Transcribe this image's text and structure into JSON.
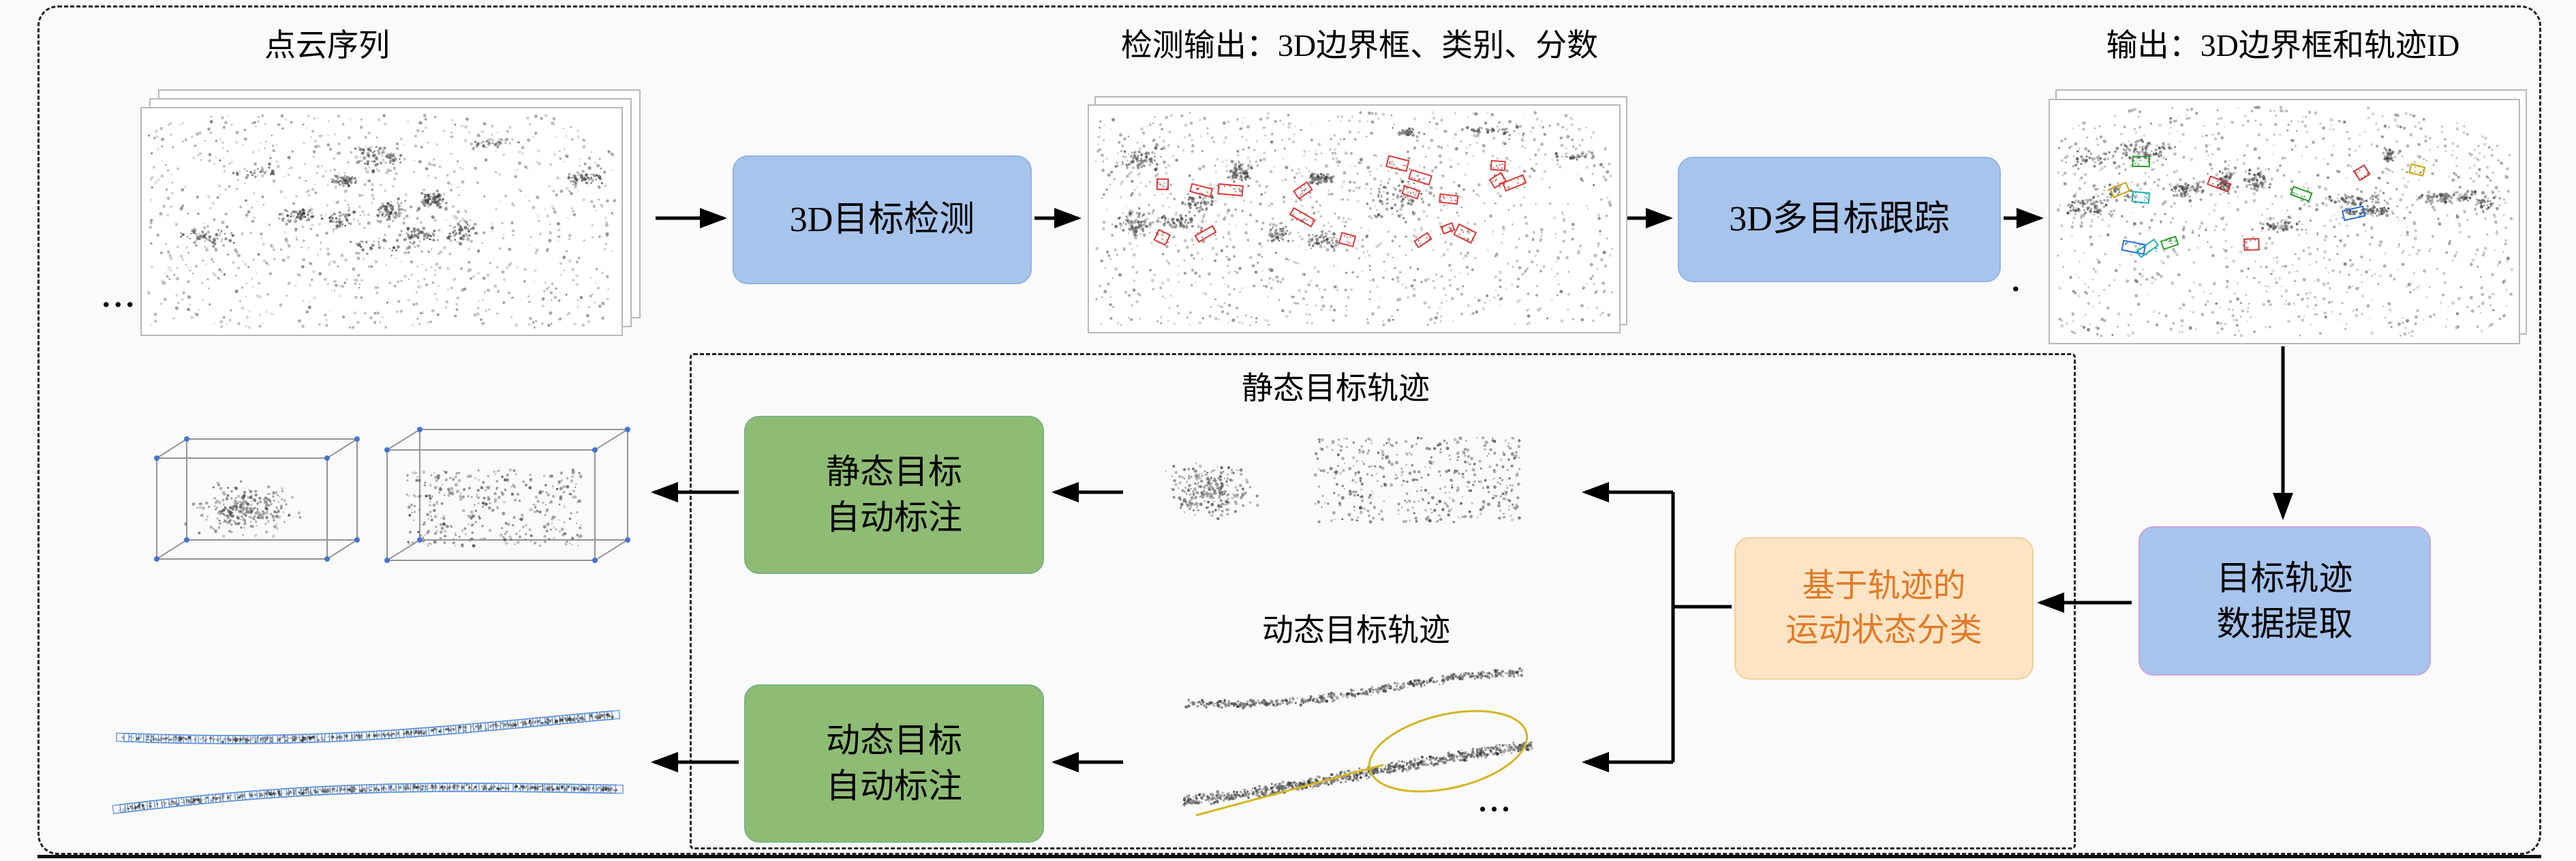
{
  "labels": {
    "pointcloud_seq": "点云序列",
    "det_output": "检测输出：3D边界框、类别、分数",
    "track_output": "输出：3D边界框和轨迹ID",
    "static_traj": "静态目标轨迹",
    "dynamic_traj": "动态目标轨迹",
    "ellipsis_left": "...",
    "ellipsis_bottom": "...",
    "dot_small": "."
  },
  "nodes": {
    "det3d": "3D目标检测",
    "mot3d": "3D多目标跟踪",
    "traj_extract": [
      "目标轨迹",
      "数据提取"
    ],
    "motion_class": [
      "基于轨迹的",
      "运动状态分类"
    ],
    "static_auto": [
      "静态目标",
      "自动标注"
    ],
    "dynamic_auto": [
      "动态目标",
      "自动标注"
    ]
  },
  "colors": {
    "process_box": "#a7c4ec",
    "process_border": "#93b4e2",
    "label_box": "#8fbc74",
    "label_border": "#77b37f",
    "classify_bg": "#fce4c5",
    "classify_border": "#f3cf9b",
    "classify_text": "#e07b28",
    "extract_border": "#c7a3de",
    "arrow": "#000000",
    "dashed_border": "#222222"
  }
}
